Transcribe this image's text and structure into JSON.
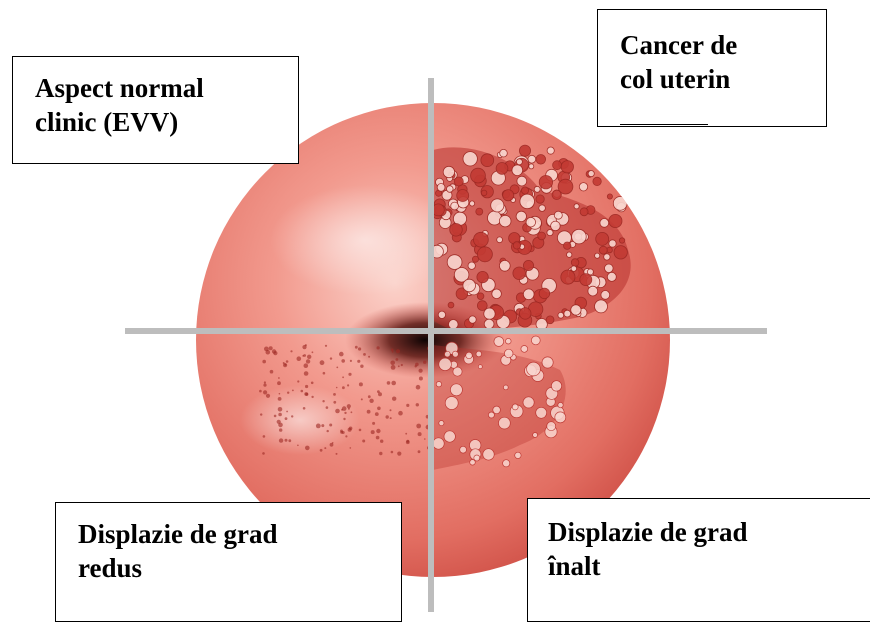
{
  "labels": {
    "top_left": [
      "Aspect normal",
      "clinic (EVV)"
    ],
    "top_right": [
      "Cancer de",
      "col uterin"
    ],
    "bottom_left": [
      "Displazie de grad",
      "redus"
    ],
    "bottom_right": [
      "Displazie de grad",
      "înalt"
    ]
  },
  "colors": {
    "cervix_light": "#f6b2a7",
    "cervix_mid": "#ea7f72",
    "cervix_dark": "#c8443c",
    "os_center": "#1a0606",
    "lesion": "#b7302c",
    "lesion_highlight": "#f9d6cf",
    "axis_lines": "#bdbdbd",
    "box_border": "#000000"
  }
}
